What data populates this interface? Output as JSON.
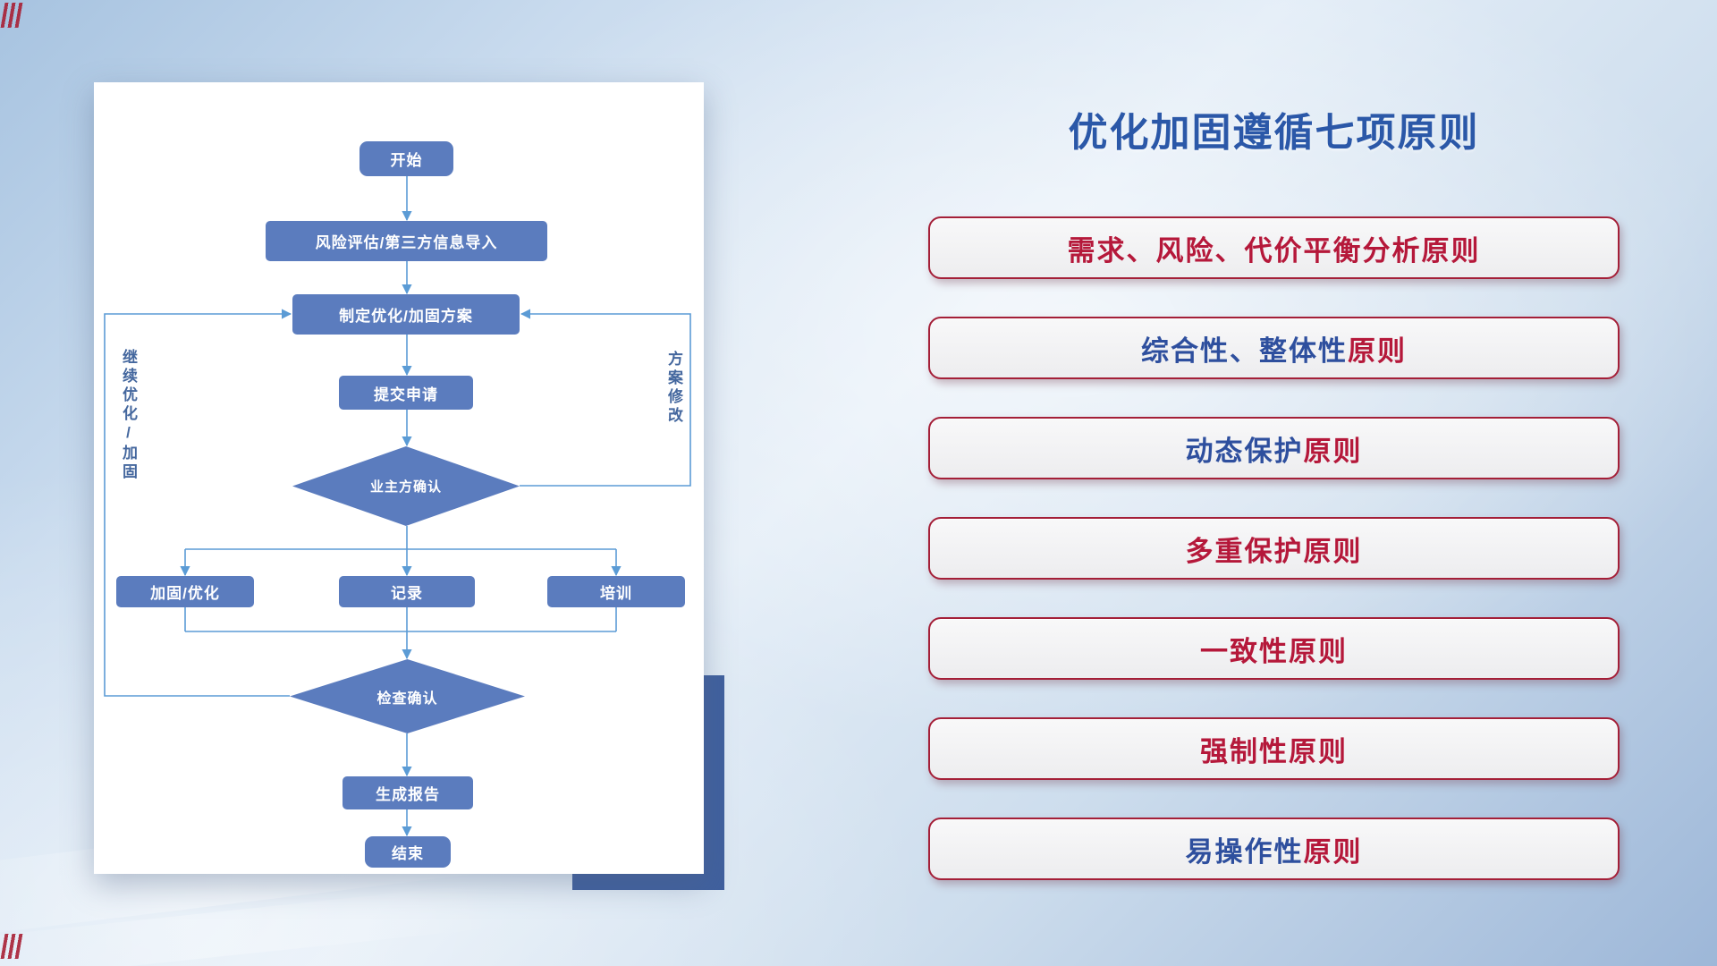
{
  "slide": {
    "title": "优化加固遵循七项原则"
  },
  "flowchart": {
    "nodes": {
      "start": "开始",
      "risk_import": "风险评估/第三方信息导入",
      "make_plan": "制定优化/加固方案",
      "submit": "提交申请",
      "owner_confirm": "业主方确认",
      "harden": "加固/优化",
      "record": "记录",
      "train": "培训",
      "check_confirm": "检查确认",
      "report": "生成报告",
      "end": "结束"
    },
    "side_labels": {
      "left": "继续优化/加固",
      "right": "方案修改"
    }
  },
  "principles": {
    "items": [
      {
        "blue": "",
        "red": "需求、风险、代价平衡分析原则"
      },
      {
        "blue": "综合性、整体性",
        "red": "原则"
      },
      {
        "blue": "动态保护",
        "red": "原则"
      },
      {
        "blue": "",
        "red": "多重保护原则"
      },
      {
        "blue": "",
        "red": "一致性原则"
      },
      {
        "blue": "",
        "red": "强制性原则"
      },
      {
        "blue": "易操作性",
        "red": "原则"
      }
    ]
  },
  "colors": {
    "node_fill": "#5b7cbe",
    "connector": "#5b9bd5",
    "accent_block": "#40609e",
    "title_blue": "#2b58a8",
    "principle_red": "#b5183a",
    "principle_blue": "#2e4f9e",
    "principle_border": "#a41f38"
  }
}
